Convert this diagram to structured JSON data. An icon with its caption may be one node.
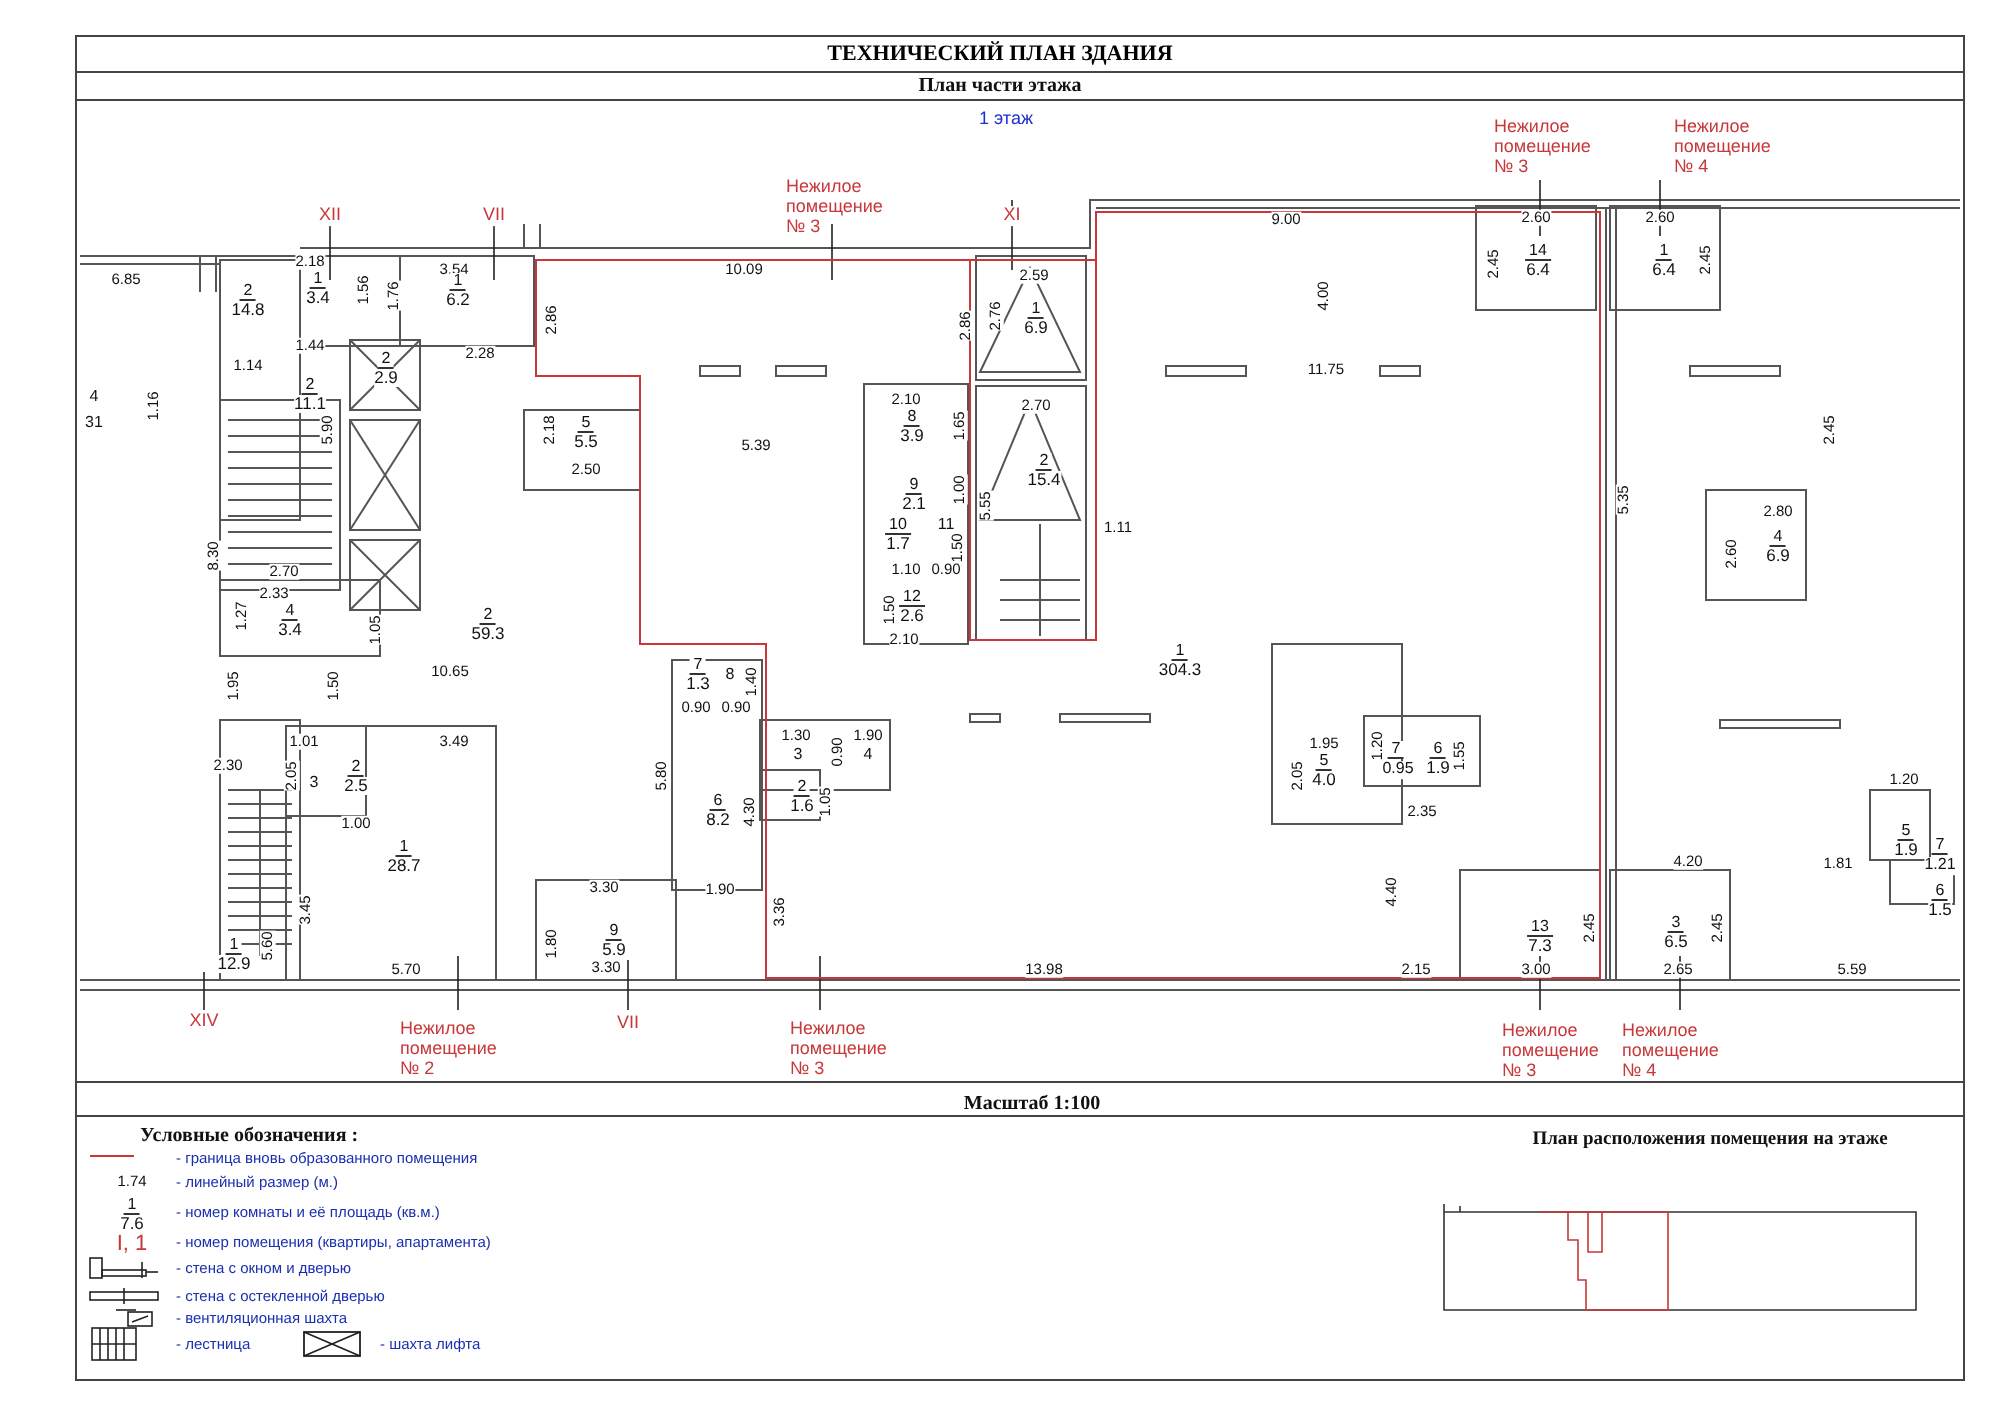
{
  "diagram": {
    "title": "ТЕХНИЧЕСКИЙ ПЛАН ЗДАНИЯ",
    "labels": [
      "План части этажа",
      "1 этаж",
      "Нежилое помещение № 3",
      "Нежилое помещение № 3",
      "Нежилое помещение № 4",
      "XII",
      "VII",
      "XI",
      "9.00",
      "2.60",
      "2.60",
      "6.85",
      "2.18",
      "3.54",
      "10.09",
      "2.59",
      "2",
      "14.8",
      "1",
      "3.4",
      "1.56",
      "1.76",
      "1",
      "6.2",
      "14",
      "6.4",
      "1",
      "6.4",
      "2.45",
      "2.45",
      "2.86",
      "2.86",
      "2.76",
      "1",
      "6.9",
      "4.00",
      "1.44",
      "2.28",
      "1.14",
      "2",
      "2.9",
      "11.75",
      "2",
      "11.1",
      "4",
      "31",
      "1.16",
      "5.90",
      "2.18",
      "5",
      "5.5",
      "5.39",
      "2.10",
      "8",
      "3.9",
      "1.65",
      "2.70",
      "2.45",
      "2.50",
      "9",
      "2.1",
      "1.00",
      "5.55",
      "2",
      "15.4",
      "5.35",
      "2.80",
      "8.30",
      "10",
      "1.7",
      "11",
      "1.50",
      "1.11",
      "2.60",
      "4",
      "6.9",
      "2.70",
      "1.10",
      "0.90",
      "2.33",
      "1.27",
      "4",
      "3.4",
      "1.05",
      "2",
      "59.3",
      "12",
      "2.6",
      "1.50",
      "2.10",
      "1.95",
      "1.50",
      "10.65",
      "7",
      "1.3",
      "8",
      "1.40",
      "1",
      "304.3",
      "0.90",
      "0.90",
      "1.01",
      "3.49",
      "1.30",
      "1.90",
      "1.95",
      "3",
      "0.90",
      "4",
      "1.20",
      "7",
      "0.95",
      "6",
      "1.9",
      "1.55",
      "2.30",
      "2.05",
      "3",
      "2",
      "2.5",
      "5.80",
      "2.05",
      "5",
      "4.0",
      "1.20",
      "2",
      "1.6",
      "1.05",
      "6",
      "8.2",
      "4.30",
      "2.35",
      "1.00",
      "5",
      "1.9",
      "7",
      "1.21",
      "1",
      "28.7",
      "4.20",
      "1.81",
      "3.30",
      "1.90",
      "4.40",
      "6",
      "1.5",
      "3.45",
      "3.36",
      "1",
      "12.9",
      "5.60",
      "1.80",
      "9",
      "5.9",
      "13",
      "7.3",
      "2.45",
      "3",
      "6.5",
      "2.45",
      "5.70",
      "3.30",
      "13.98",
      "2.15",
      "3.00",
      "2.65",
      "5.59",
      "XIV",
      "VII",
      "Нежилое помещение № 2",
      "Нежилое помещение № 3",
      "Нежилое помещение № 3",
      "Нежилое помещение № 4",
      "Масштаб 1:100",
      "Условные обозначения :",
      "План расположения помещения на этаже",
      "1.74",
      "1",
      "7.6",
      "I, 1"
    ],
    "legend": [
      {
        "text": "- граница вновь образованного помещения"
      },
      {
        "text": "- линейный размер (м.)"
      },
      {
        "text": "- номер комнаты и её площадь (кв.м.)"
      },
      {
        "text": "- номер помещения (квартиры, апартамента)"
      },
      {
        "text": "- стена с окном и дверью"
      },
      {
        "text": "- стена с остекленной дверью"
      },
      {
        "text": "- вентиляционная шахта"
      },
      {
        "text": "- лестница"
      },
      {
        "text": "- шахта лифта"
      }
    ]
  }
}
